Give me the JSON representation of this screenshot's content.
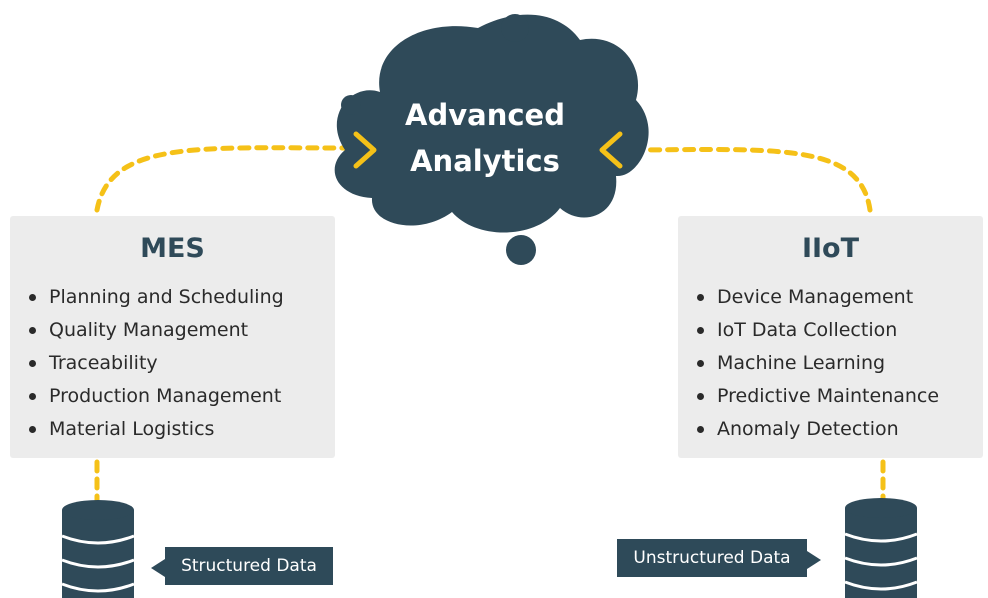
{
  "colors": {
    "accent": "#f5c118",
    "cloud": "#2f4a59",
    "panel_background": "#ececec"
  },
  "center": {
    "title_line1": "Advanced",
    "title_line2": "Analytics"
  },
  "mes": {
    "title": "MES",
    "items": [
      "Planning and Scheduling",
      "Quality Management",
      "Traceability",
      "Production Management",
      "Material Logistics"
    ],
    "storage_label": "Structured Data",
    "storage_icon": "database-icon"
  },
  "iiot": {
    "title": "IIoT",
    "items": [
      "Device Management",
      "IoT Data Collection",
      "Machine Learning",
      "Predictive Maintenance",
      "Anomaly Detection"
    ],
    "storage_label": "Unstructured Data",
    "storage_icon": "database-icon"
  }
}
